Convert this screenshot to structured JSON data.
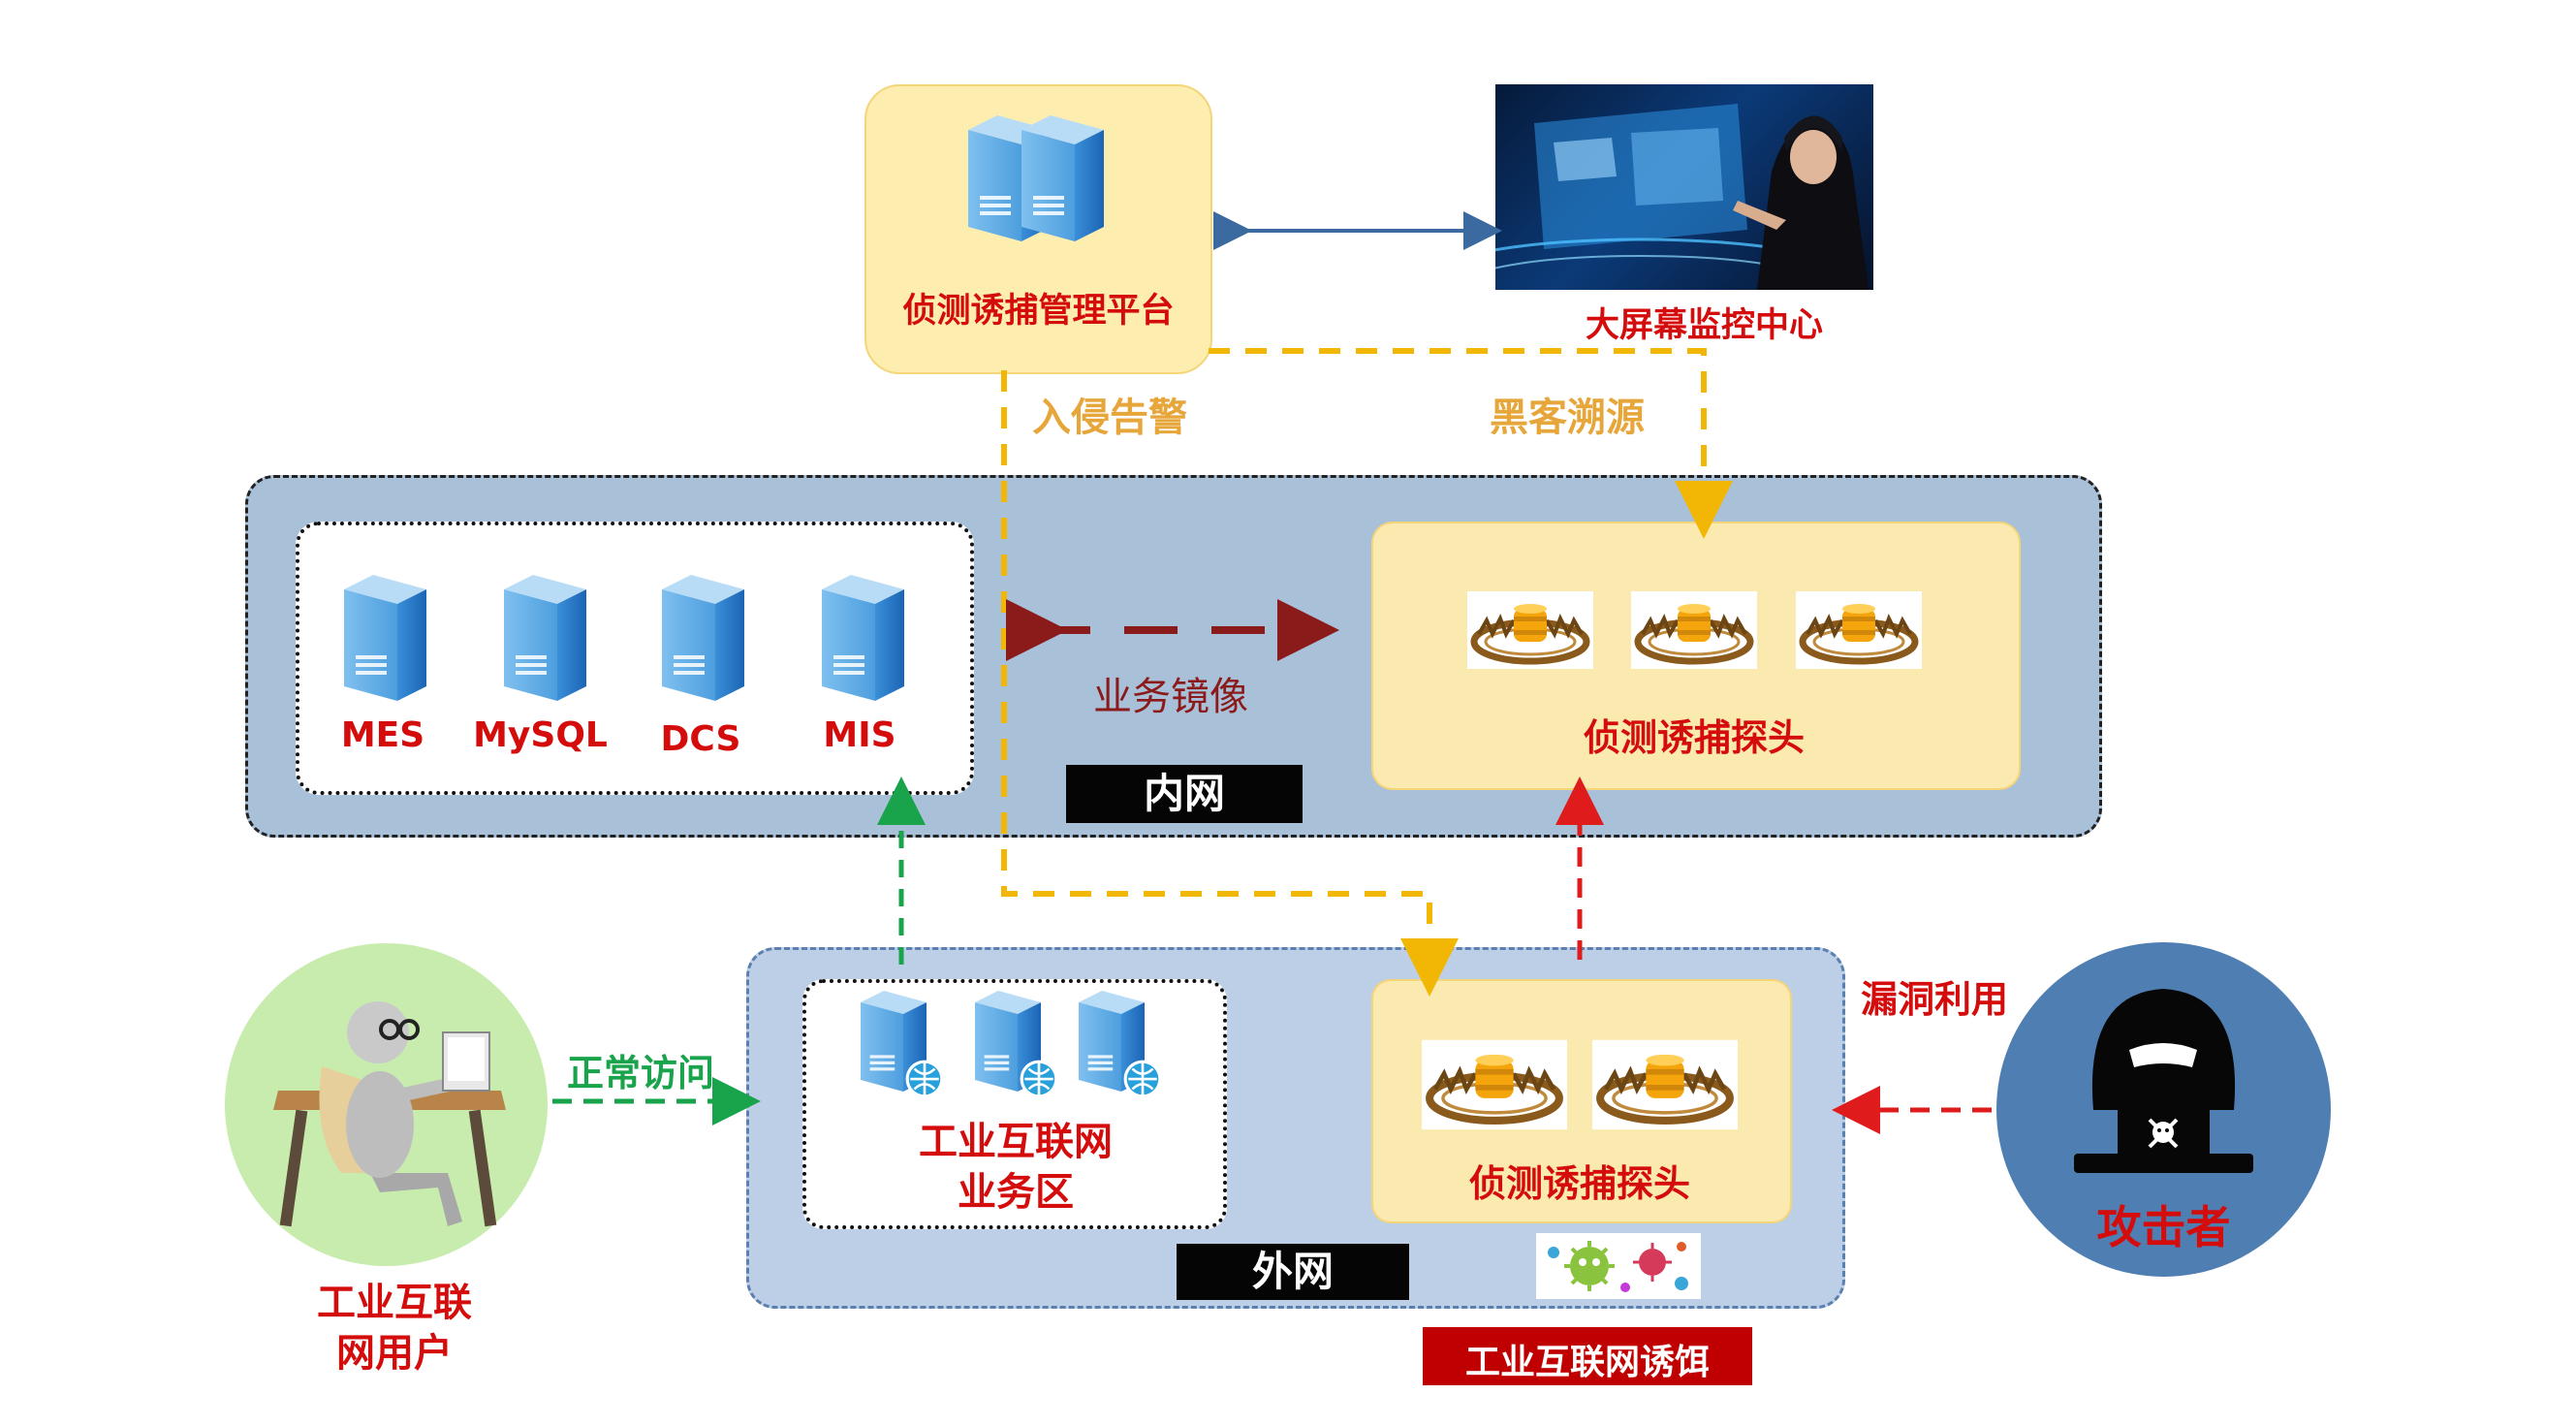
{
  "diagram": {
    "platform": {
      "label": "侦测诱捕管理平台"
    },
    "monitor": {
      "label": "大屏幕监控中心"
    },
    "links": {
      "intrusion_alert": "入侵告警",
      "hacker_trace": "黑客溯源",
      "business_mirror": "业务镜像",
      "normal_access": "正常访问",
      "exploit": "漏洞利用"
    },
    "intranet": {
      "tag": "内网",
      "servers": [
        "MES",
        "MySQL",
        "DCS",
        "MIS"
      ],
      "probe_label": "侦测诱捕探头"
    },
    "extranet": {
      "tag": "外网",
      "business_zone": "工业互联网\n业务区",
      "probe_label": "侦测诱捕探头",
      "bait_label": "工业互联网诱饵"
    },
    "user": {
      "label": "工业互联\n网用户"
    },
    "attacker": {
      "label": "攻击者"
    }
  },
  "colors": {
    "label_red": "#d40c0c",
    "link_gold": "#e6a63a",
    "dashed_gold": "#f2b705",
    "green": "#19a34a",
    "mirror": "#8b1a1a",
    "intranet_bg": "#a9c0d9",
    "extranet_bg": "#bccfe6",
    "probe_bg": "#fbeaaf",
    "attacker_bg": "#4f7fb2",
    "user_bg": "#c8ecae"
  },
  "icons": {
    "server": "server-icon",
    "trap": "honeypot-trap-icon",
    "virus": "virus-icon",
    "hacker": "hacker-icon",
    "user": "office-user-icon",
    "screen": "monitor-screen-image"
  }
}
